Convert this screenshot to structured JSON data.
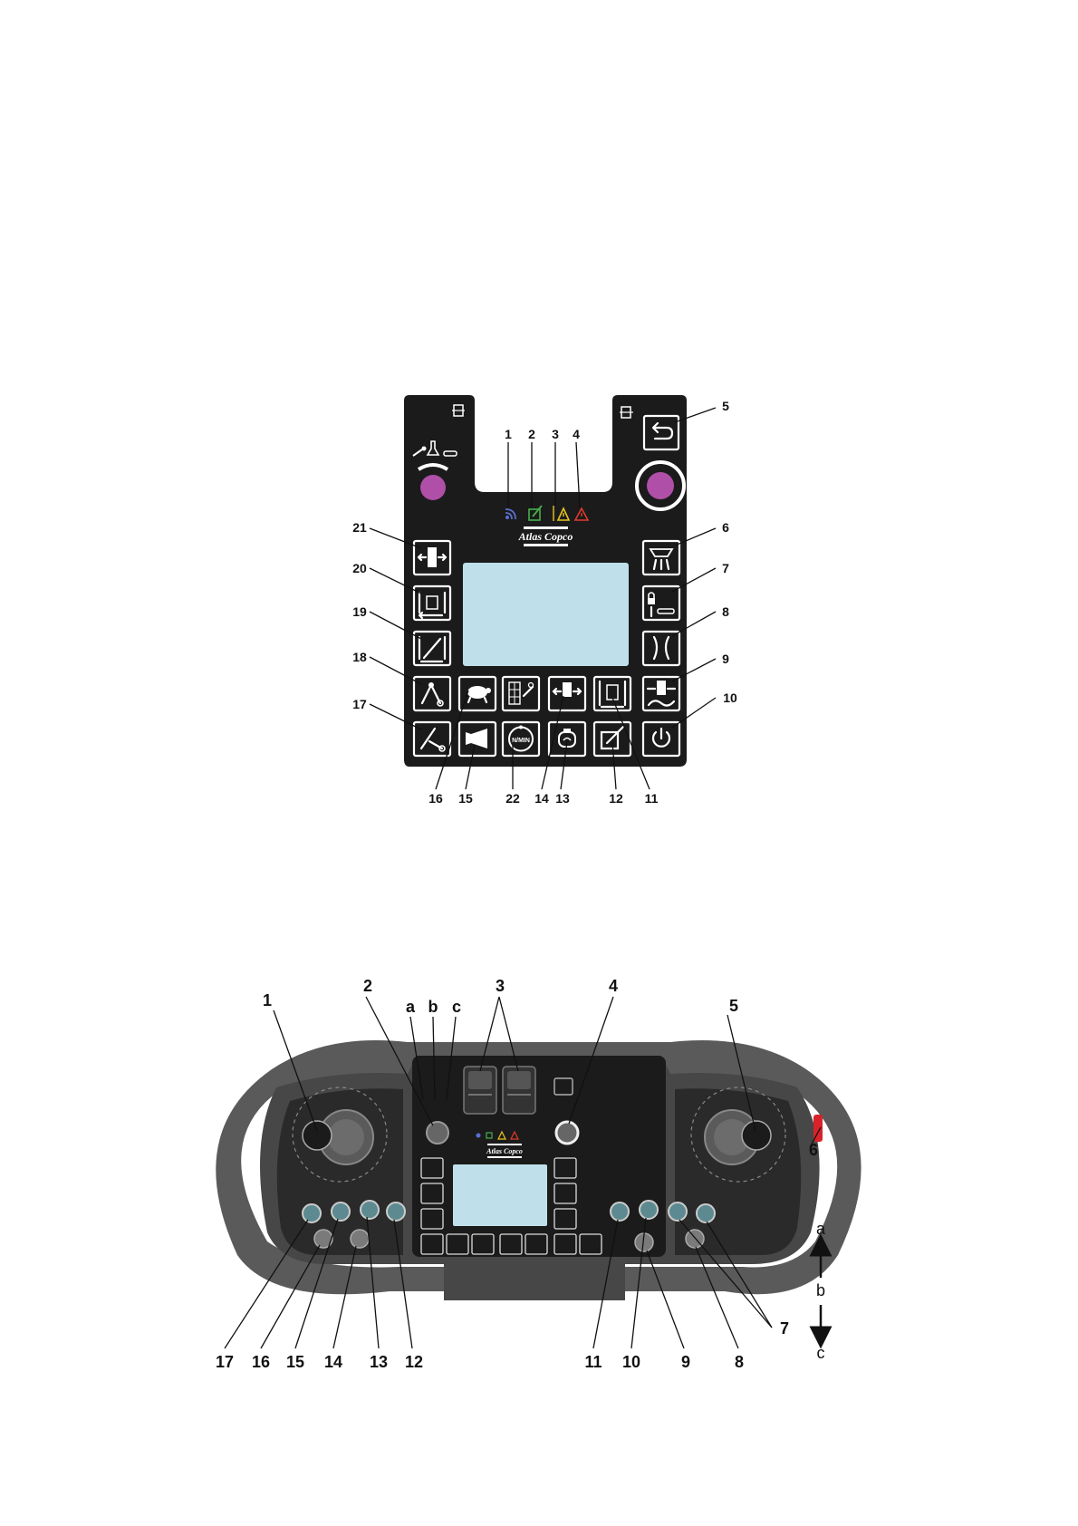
{
  "colors": {
    "panel": "#1b1b1b",
    "screen": "#bfe0ea",
    "emergency_knob": "#b04fa8",
    "signal_led": "#5a6fd1",
    "status_led_green": "#46b04a",
    "warning_led_yellow": "#e8c51d",
    "alarm_led_red": "#e23a2e",
    "emergency_stop_red": "#d8232a"
  },
  "control_panel": {
    "brand_logo": "Atlas Copco",
    "callouts_top": [
      "1",
      "2",
      "3",
      "4",
      "5"
    ],
    "callouts_right": [
      "6",
      "7",
      "8",
      "9",
      "10"
    ],
    "callouts_left": [
      "21",
      "20",
      "19",
      "18",
      "17"
    ],
    "callouts_bottom": [
      "16",
      "15",
      "22",
      "14",
      "13",
      "12",
      "11"
    ],
    "rpm_button_text": "N/MIN",
    "icons": {
      "signal": "signal-strength-icon",
      "status": "status-edit-icon",
      "warning": "warning-triangle-icon",
      "alarm": "alarm-triangle-icon",
      "back": "back-arrow-icon",
      "power": "power-icon"
    }
  },
  "remote_control": {
    "callouts_top": [
      "1",
      "2",
      "a",
      "b",
      "c",
      "3",
      "4",
      "5"
    ],
    "callout_right": "6",
    "callout_seven": "7",
    "callouts_bottom_left": [
      "17",
      "16",
      "15",
      "14",
      "13",
      "12"
    ],
    "callouts_bottom_right": [
      "11",
      "10",
      "9",
      "8"
    ],
    "direction_legend": [
      "a",
      "b",
      "c"
    ],
    "brand_logo": "Atlas Copco"
  }
}
